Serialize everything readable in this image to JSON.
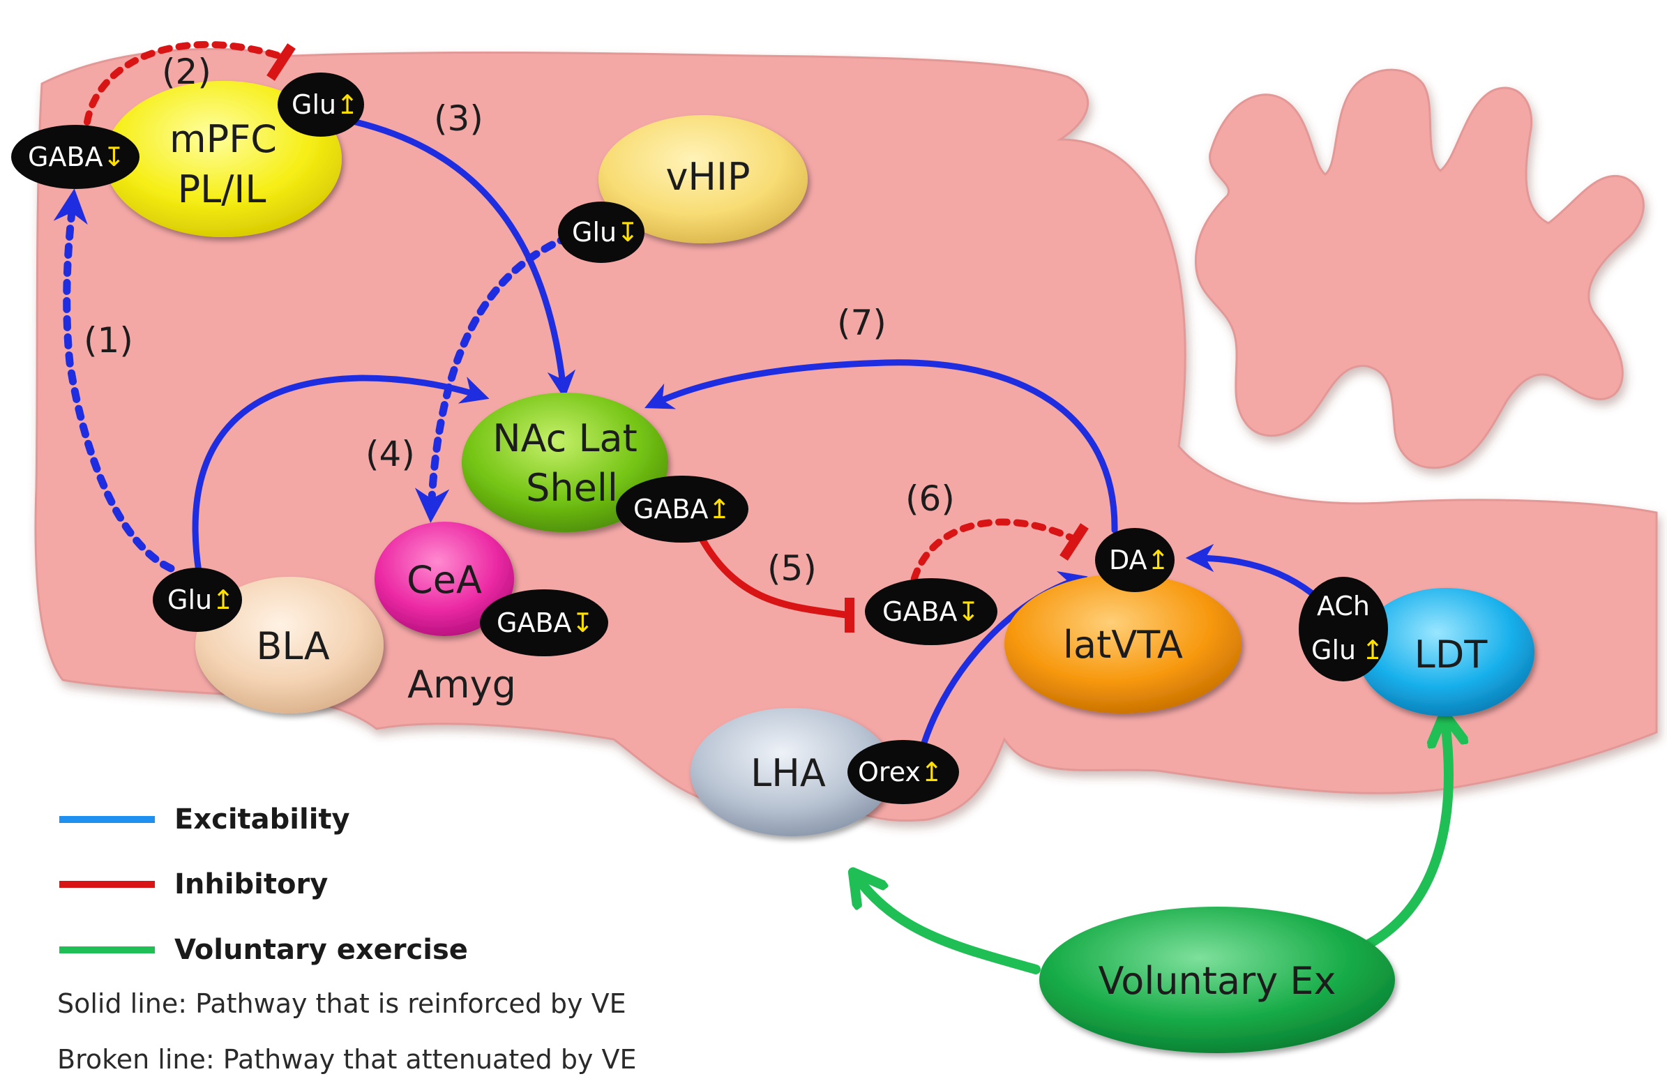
{
  "regions": {
    "mpfc_line1": "mPFC",
    "mpfc_line2": "PL/IL",
    "vhip": "vHIP",
    "nac_line1": "NAc Lat",
    "nac_line2": "Shell",
    "cea": "CeA",
    "bla": "BLA",
    "amyg": "Amyg",
    "latvta": "latVTA",
    "ldt": "LDT",
    "lha": "LHA",
    "voluntary_ex": "Voluntary Ex"
  },
  "nt": {
    "mpfc_gaba": "GABA",
    "mpfc_glu": "Glu",
    "vhip_glu": "Glu",
    "bla_glu": "Glu",
    "cea_gaba": "GABA",
    "nac_gaba": "GABA",
    "vta_gaba": "GABA",
    "vta_da": "DA",
    "ldt_ach": "ACh",
    "ldt_glu": "Glu",
    "lha_orex": "Orex"
  },
  "arrows": {
    "up": "↥",
    "down": "↧"
  },
  "pathways": {
    "p1": "(1)",
    "p2": "(2)",
    "p3": "(3)",
    "p4": "(4)",
    "p5": "(5)",
    "p6": "(6)",
    "p7": "(7)"
  },
  "legend": {
    "excitability": "Excitability",
    "inhibitory": "Inhibitory",
    "voluntary_exercise": "Voluntary exercise",
    "solid_note": "Solid line: Pathway that is reinforced by VE",
    "broken_note": "Broken line: Pathway that attenuated by VE"
  },
  "colors": {
    "brain": "#f4a8a6",
    "brain_edge": "#d88785",
    "excitatory": "#1f2de0",
    "inhibitory": "#d81414",
    "exercise": "#1fbf55",
    "mpfc": "#f6ee14",
    "vhip": "#f8dc74",
    "nac": "#74c414",
    "cea": "#ec2aa4",
    "bla": "#f4d3b3",
    "latvta": "#f7980e",
    "ldt": "#18b0ec",
    "lha": "#b9c4d3",
    "voluntary_ex": "#18ac48",
    "nt_bubble": "#0a0a0a",
    "nt_arrow": "#ffe000"
  }
}
